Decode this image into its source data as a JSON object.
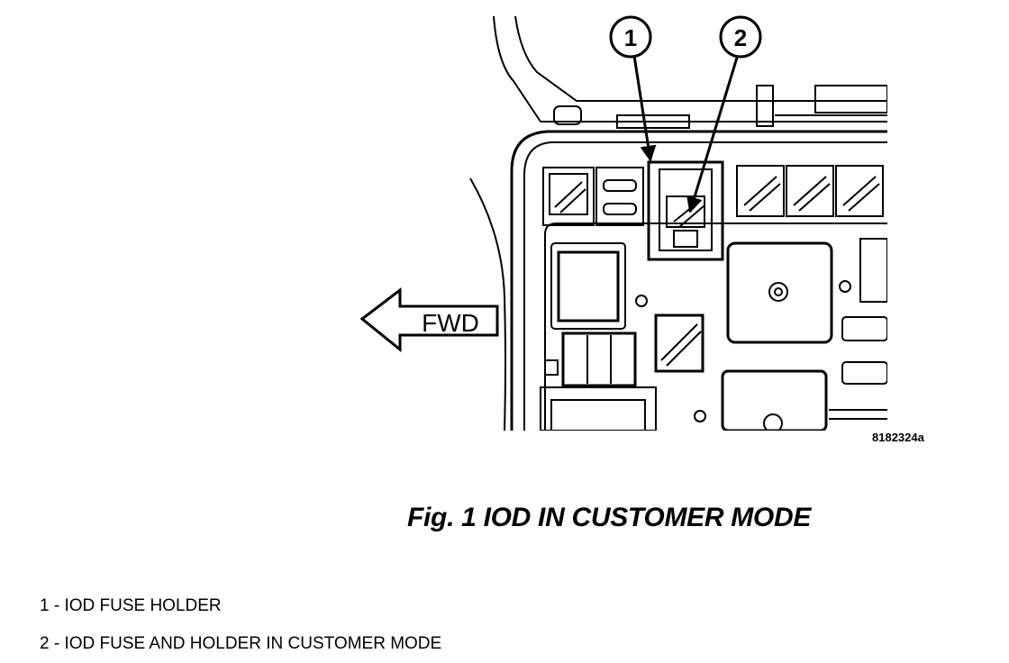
{
  "diagram": {
    "callouts": [
      {
        "number": "1"
      },
      {
        "number": "2"
      }
    ],
    "direction_label": "FWD",
    "figure_id": "8182324a"
  },
  "caption": "Fig. 1 IOD IN CUSTOMER MODE",
  "legend": [
    {
      "text": "1 - IOD FUSE HOLDER"
    },
    {
      "text": "2 - IOD FUSE AND HOLDER IN CUSTOMER MODE"
    }
  ]
}
